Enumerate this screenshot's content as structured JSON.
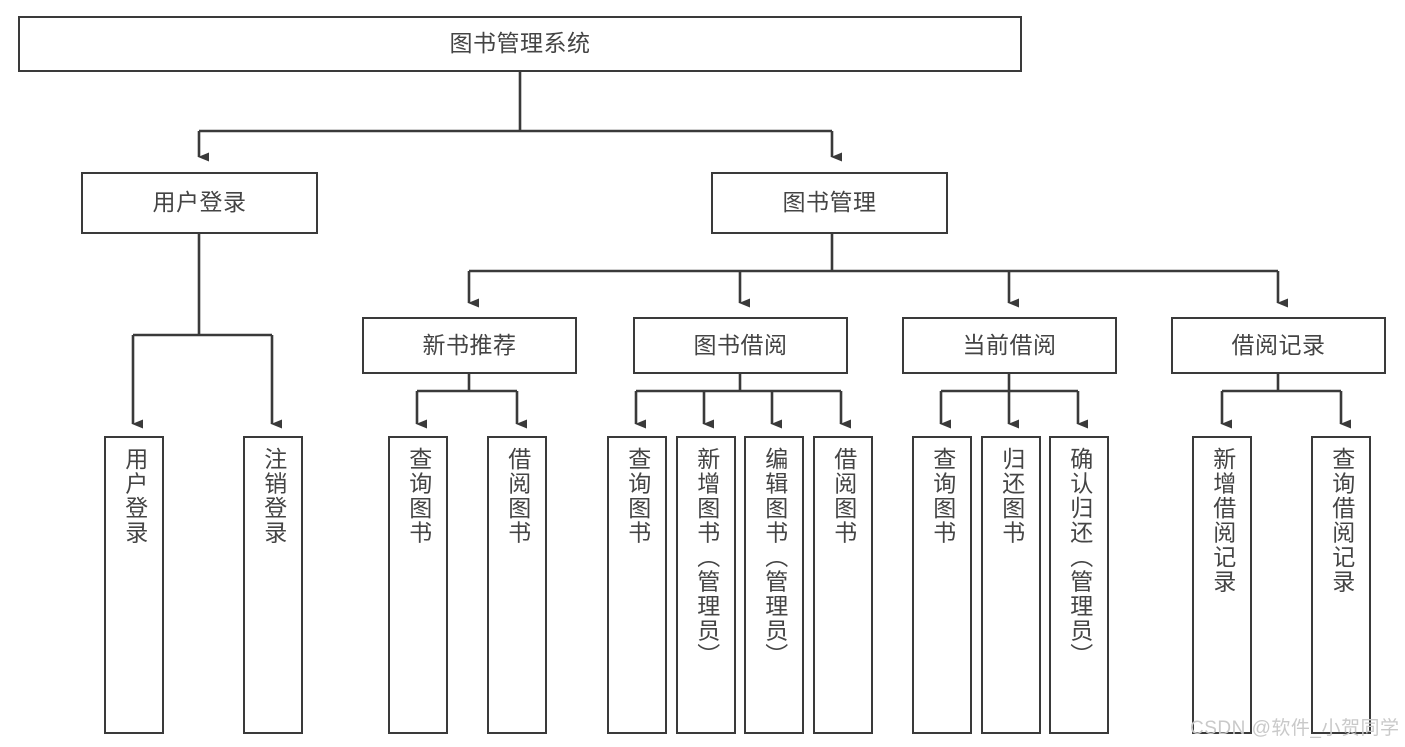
{
  "diagram": {
    "title": "图书管理系统",
    "type": "tree-hierarchy",
    "root": {
      "label": "图书管理系统"
    },
    "level2": [
      {
        "label": "用户登录"
      },
      {
        "label": "图书管理"
      }
    ],
    "level3": [
      {
        "label": "新书推荐",
        "parent": "图书管理"
      },
      {
        "label": "图书借阅",
        "parent": "图书管理"
      },
      {
        "label": "当前借阅",
        "parent": "图书管理"
      },
      {
        "label": "借阅记录",
        "parent": "图书管理"
      }
    ],
    "leaves": {
      "user_login": [
        {
          "label": "用户登录"
        },
        {
          "label": "注销登录"
        }
      ],
      "new_book_recommend": [
        {
          "label": "查询图书"
        },
        {
          "label": "借阅图书"
        }
      ],
      "book_borrow": [
        {
          "label": "查询图书"
        },
        {
          "label": "新增图书（管理员）"
        },
        {
          "label": "编辑图书（管理员）"
        },
        {
          "label": "借阅图书"
        }
      ],
      "current_borrow": [
        {
          "label": "查询图书"
        },
        {
          "label": "归还图书"
        },
        {
          "label": "确认归还（管理员）"
        }
      ],
      "borrow_record": [
        {
          "label": "新增借阅记录"
        },
        {
          "label": "查询借阅记录"
        }
      ]
    }
  },
  "watermark": {
    "text": "CSDN @软件_小贺同学"
  },
  "colors": {
    "stroke": "#3a3a3a",
    "text": "#444444",
    "background": "#ffffff",
    "watermark": "#c9c9c9"
  }
}
